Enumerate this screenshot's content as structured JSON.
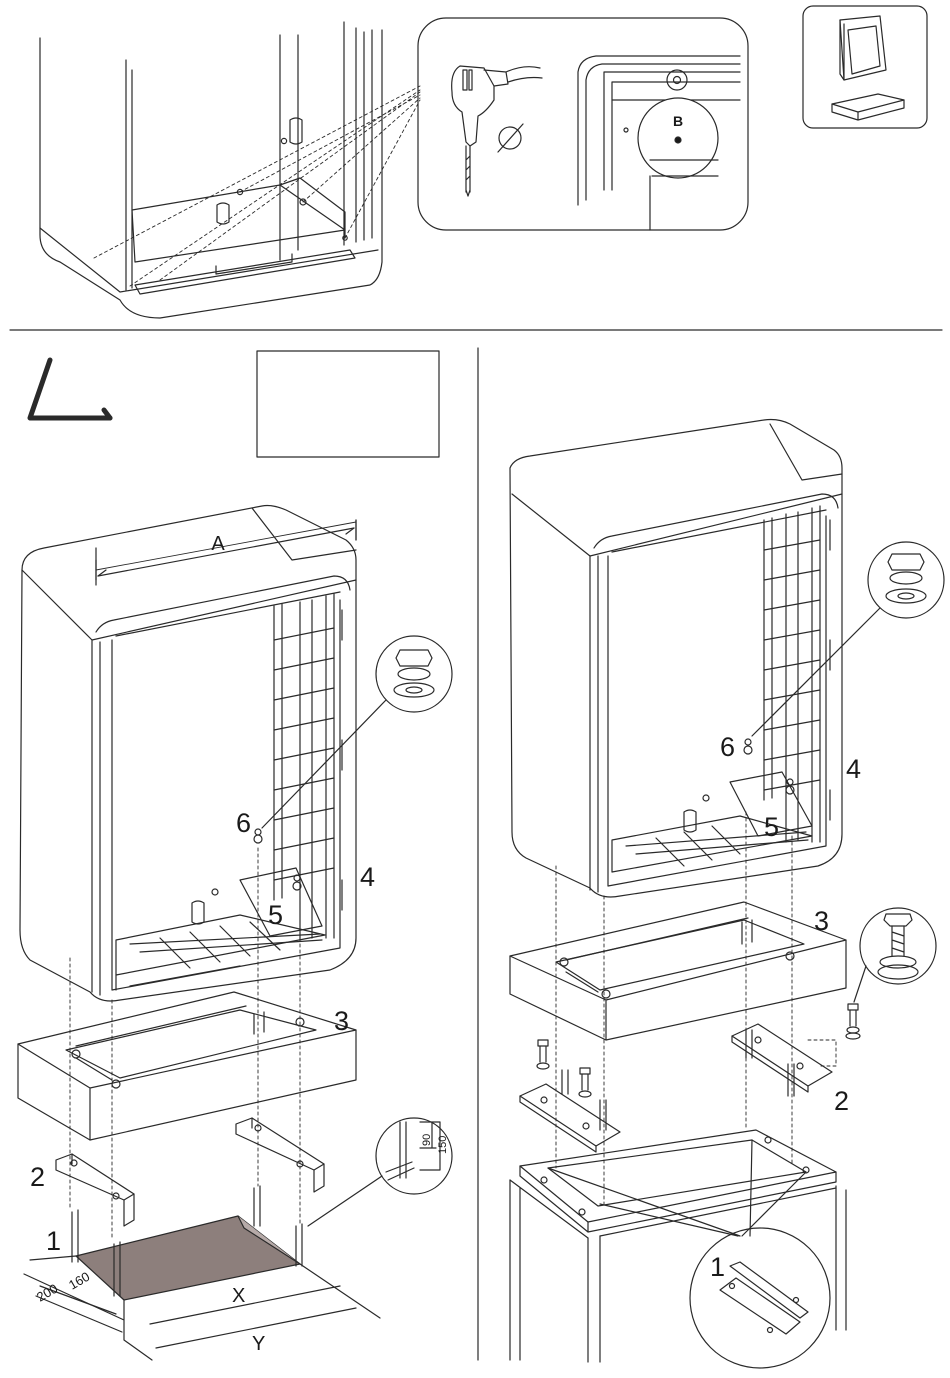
{
  "top": {
    "callout_marker": "B"
  },
  "left_panel": {
    "width_label": "A",
    "labels": {
      "p1": "1",
      "p2": "2",
      "p3": "3",
      "p4": "4",
      "p5": "5",
      "p6": "6"
    },
    "dims": {
      "d200": "200",
      "d160": "160",
      "dx": "X",
      "dy": "Y",
      "d90": "90",
      "d150": "150"
    }
  },
  "right_panel": {
    "labels": {
      "p1": "1",
      "p2": "2",
      "p3": "3",
      "p4": "4",
      "p5": "5",
      "p6": "6"
    }
  }
}
